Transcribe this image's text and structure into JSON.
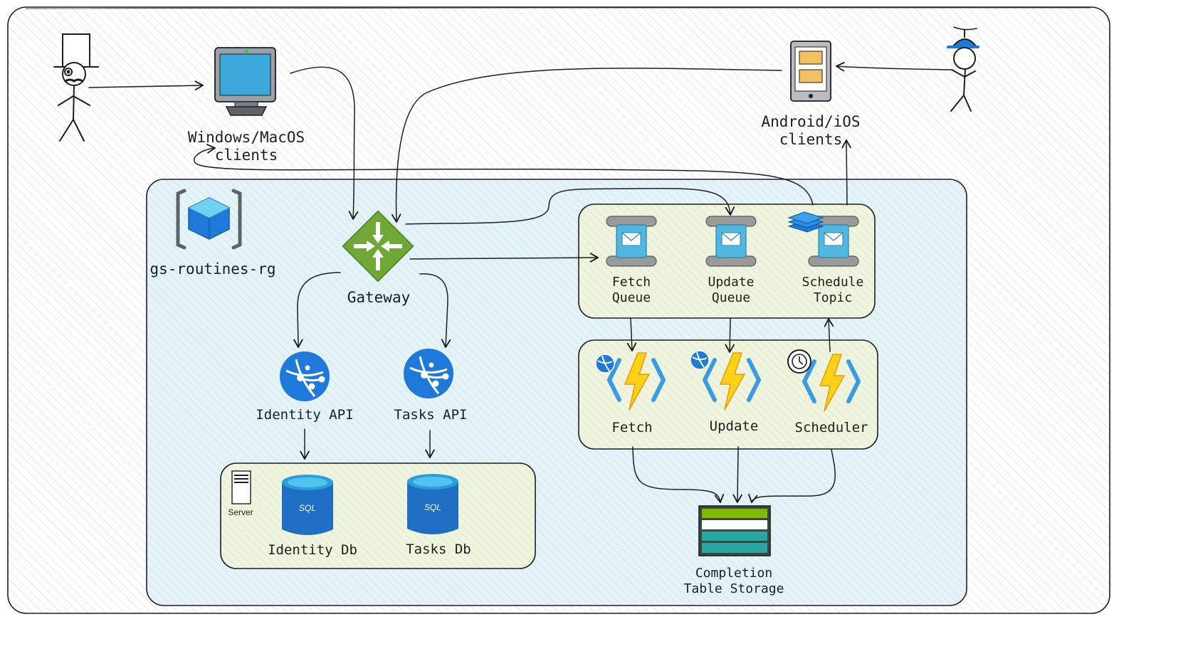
{
  "actors": {
    "desktop_user": "stick-figure-top-hat",
    "mobile_user": "stick-figure-propeller-cap"
  },
  "clients": {
    "desktop": "Windows/MacOS clients",
    "mobile": "Android/iOS clients"
  },
  "resource_group": {
    "name": "gs-routines-rg"
  },
  "gateway": {
    "label": "Gateway"
  },
  "apis": {
    "identity": "Identity API",
    "tasks": "Tasks API"
  },
  "databases": {
    "server_label": "Server",
    "sql_badge": "SQL",
    "identity": "Identity Db",
    "tasks": "Tasks Db"
  },
  "messaging": {
    "fetch": "Fetch\nQueue",
    "update": "Update\nQueue",
    "schedule": "Schedule\nTopic"
  },
  "functions": {
    "fetch": "Fetch",
    "update": "Update",
    "scheduler": "Scheduler"
  },
  "storage": {
    "label": "Completion\nTable Storage"
  },
  "colors": {
    "azure_blue": "#1e79d9",
    "gateway_green": "#6fa837",
    "rg_fill": "#e3f3f7",
    "group_fill": "#eef4dd",
    "function_yellow": "#fcd116",
    "storage_green": "#7fba00",
    "storage_teal": "#27a6a4"
  }
}
